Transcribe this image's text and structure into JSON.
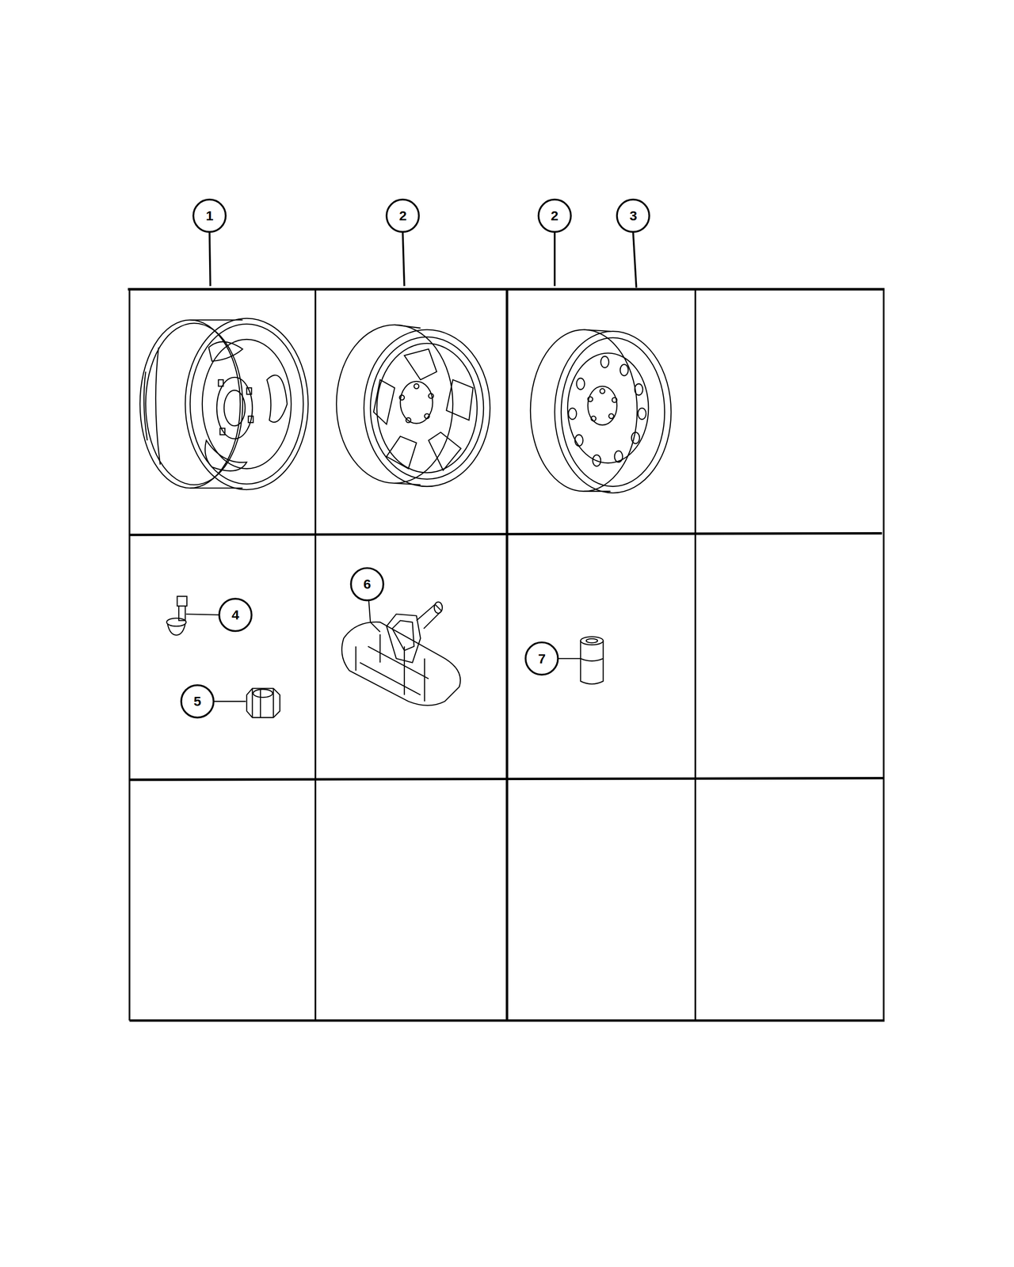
{
  "diagram": {
    "labels": [
      "1",
      "2",
      "2",
      "3",
      "4",
      "5",
      "6",
      "7"
    ]
  }
}
